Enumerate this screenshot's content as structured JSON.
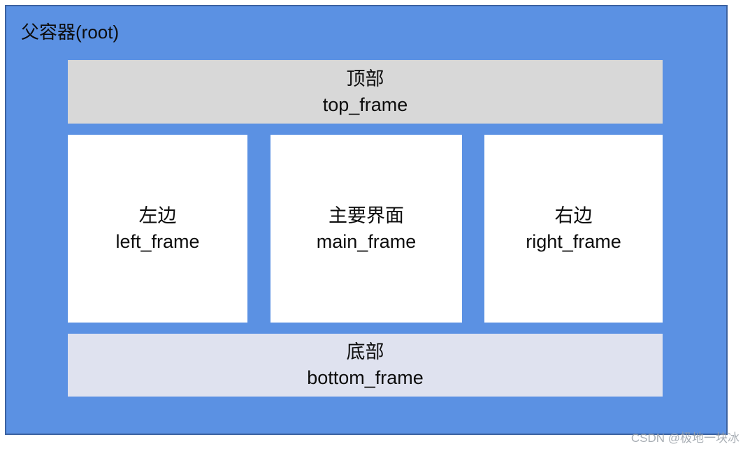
{
  "root": {
    "label": "父容器(root)"
  },
  "frames": {
    "top": {
      "title": "顶部",
      "name": "top_frame"
    },
    "left": {
      "title": "左边",
      "name": "left_frame"
    },
    "main": {
      "title": "主要界面",
      "name": "main_frame"
    },
    "right": {
      "title": "右边",
      "name": "right_frame"
    },
    "bottom": {
      "title": "底部",
      "name": "bottom_frame"
    }
  },
  "watermark": "CSDN @极地一块冰",
  "colors": {
    "page_bg": "#ffffff",
    "root_fill": "#5b91e3",
    "root_border": "#3c62a0",
    "top_frame_fill": "#d8d8d8",
    "middle_frame_fill": "#ffffff",
    "bottom_frame_fill": "#dfe2ef",
    "label_text": "#0d0d0d",
    "watermark_text": "#9aa0a8"
  }
}
